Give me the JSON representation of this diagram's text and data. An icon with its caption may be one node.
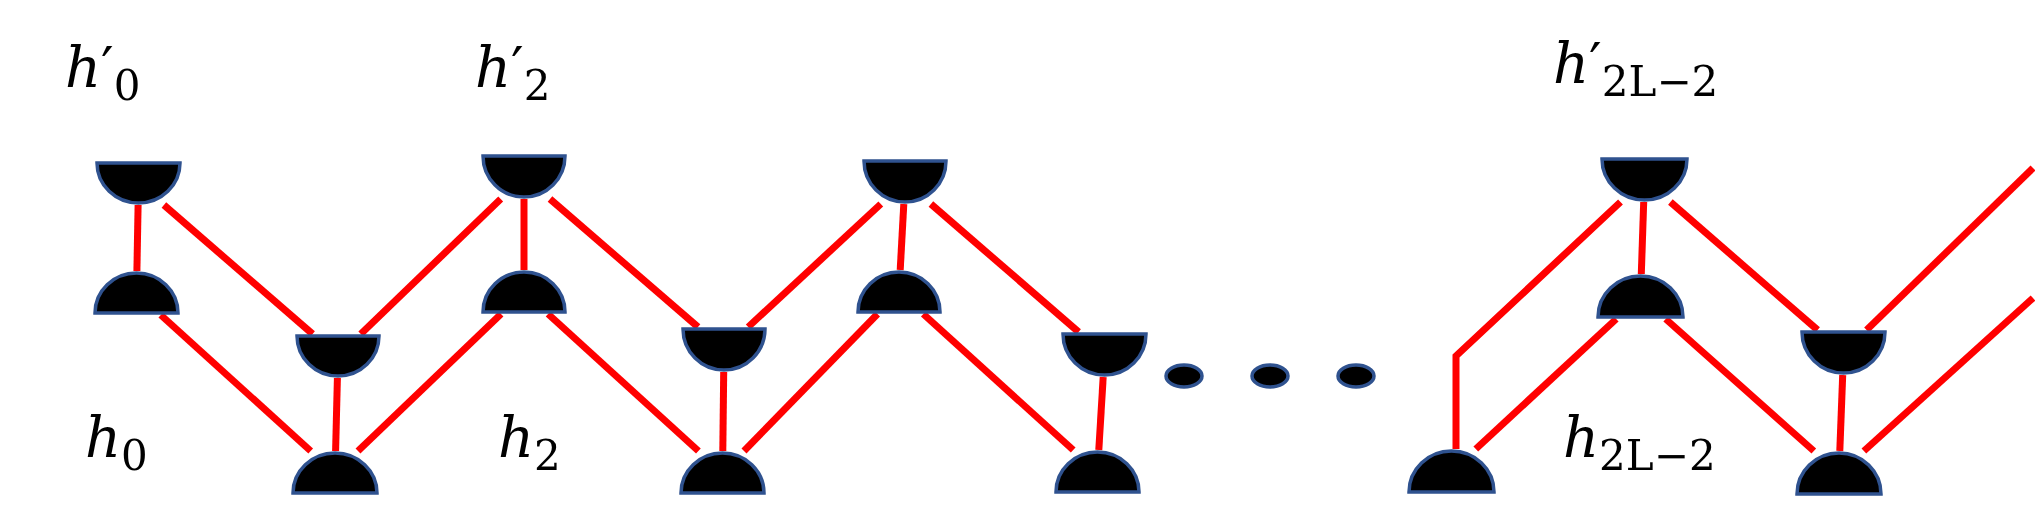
{
  "diagram": {
    "nodes": [
      {
        "text": [],
        "shape": "semicircle"
      },
      {
        "text": [],
        "shape": "semicircle"
      },
      {
        "text": [],
        "shape": "semicircle"
      },
      {
        "text": [],
        "shape": "semicircle"
      },
      {
        "text": [],
        "shape": "semicircle"
      },
      {
        "text": [],
        "shape": "semicircle"
      },
      {
        "text": [],
        "shape": "semicircle"
      },
      {
        "text": [],
        "shape": "semicircle"
      },
      {
        "text": [],
        "shape": "semicircle"
      },
      {
        "text": [],
        "shape": "semicircle"
      },
      {
        "text": [],
        "shape": "semicircle"
      },
      {
        "text": [],
        "shape": "semicircle"
      },
      {
        "text": [],
        "shape": "semicircle"
      },
      {
        "text": [],
        "shape": "semicircle"
      },
      {
        "text": [],
        "shape": "semicircle"
      },
      {
        "text": [],
        "shape": "semicircle"
      },
      {
        "text": [],
        "shape": "semicircle"
      }
    ],
    "edges": [
      {
        "from": 0,
        "to": 1,
        "arrow": "none"
      },
      {
        "from": 0,
        "to": 2,
        "arrow": "none"
      },
      {
        "from": 1,
        "to": 3,
        "arrow": "none"
      },
      {
        "from": 2,
        "to": 3,
        "arrow": "none"
      },
      {
        "from": 2,
        "to": 4,
        "arrow": "none"
      },
      {
        "from": 3,
        "to": 5,
        "arrow": "none"
      },
      {
        "from": 4,
        "to": 5,
        "arrow": "none"
      },
      {
        "from": 4,
        "to": 6,
        "arrow": "none"
      },
      {
        "from": 5,
        "to": 7,
        "arrow": "none"
      },
      {
        "from": 6,
        "to": 7,
        "arrow": "none"
      },
      {
        "from": 6,
        "to": 8,
        "arrow": "none"
      },
      {
        "from": 7,
        "to": 9,
        "arrow": "none"
      },
      {
        "from": 8,
        "to": 9,
        "arrow": "none"
      },
      {
        "from": 8,
        "to": 10,
        "arrow": "none"
      },
      {
        "from": 9,
        "to": 11,
        "arrow": "none"
      },
      {
        "from": 10,
        "to": 11,
        "arrow": "none"
      },
      {
        "from": 12,
        "to": 13,
        "arrow": "none"
      },
      {
        "from": 12,
        "to": 14,
        "arrow": "none"
      },
      {
        "from": 13,
        "to": 14,
        "arrow": "none"
      },
      {
        "from": 13,
        "to": 15,
        "arrow": "none"
      },
      {
        "from": 14,
        "to": 16,
        "arrow": "none"
      },
      {
        "from": 15,
        "to": 16,
        "arrow": "none"
      },
      {
        "from": 15,
        "to": null,
        "arrow": "none"
      },
      {
        "from": 16,
        "to": null,
        "arrow": "none"
      }
    ],
    "labels": [
      "*h*′$_{0}$",
      "*h*′$_{2}$",
      "*h*′$_{2L−2}$",
      "*h*$_{0}$",
      "*h*$_{2}$",
      "*h*$_{2L−2}$"
    ]
  }
}
